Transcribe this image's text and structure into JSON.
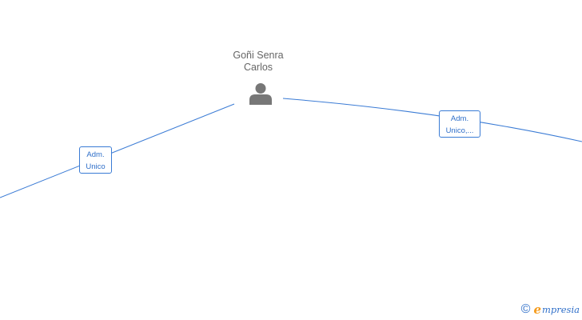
{
  "person": {
    "name_line1": "Goñi Senra",
    "name_line2": "Carlos",
    "icon": "person-icon"
  },
  "roles": [
    {
      "line1": "Adm.",
      "line2": "Unico"
    },
    {
      "line1": "Adm.",
      "line2": "Unico,..."
    }
  ],
  "brand": {
    "copyright_symbol": "©",
    "initial": "e",
    "name_rest": "mpresia"
  },
  "colors": {
    "link": "#3a7bd5",
    "label": "#2f6fc9",
    "person_icon": "#777777",
    "brand_accent": "#f59b1c"
  }
}
